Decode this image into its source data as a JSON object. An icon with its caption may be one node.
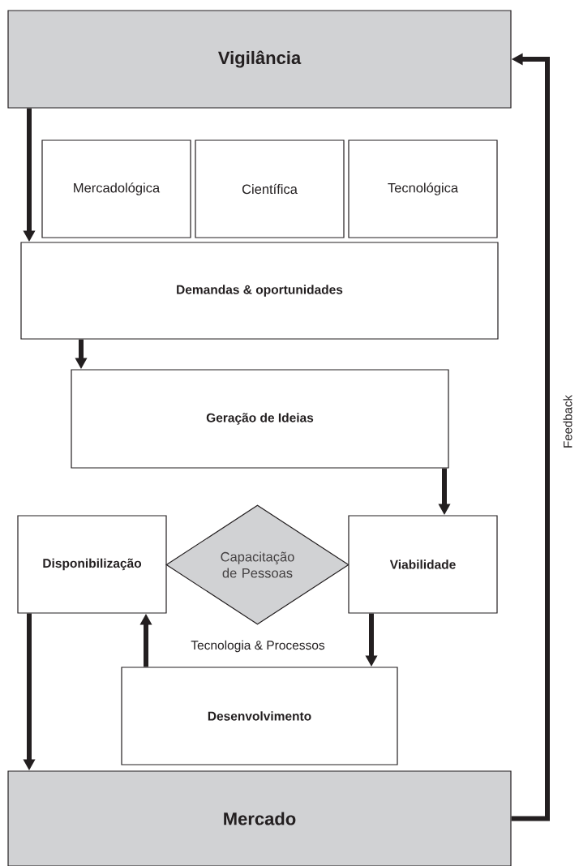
{
  "diagram": {
    "nodes": [
      {
        "text": [
          "Vigilância"
        ]
      },
      {
        "text": [
          "Mercadológica"
        ]
      },
      {
        "text": [
          "Científica"
        ]
      },
      {
        "text": [
          "Tecnológica"
        ]
      },
      {
        "text": [
          "Demandas & oportunidades"
        ]
      },
      {
        "text": [
          "Geração de Ideias"
        ]
      },
      {
        "text": [
          "Disponibilização"
        ]
      },
      {
        "text": [
          "Capacitação de Pessoas"
        ]
      },
      {
        "text": [
          "Viabilidade"
        ]
      },
      {
        "text": [
          "Desenvolvimento"
        ]
      },
      {
        "text": [
          "Mercado"
        ]
      }
    ],
    "edges": [
      {
        "from": 0,
        "to": 4,
        "arrow": "to"
      },
      {
        "from": 4,
        "to": 5,
        "arrow": "to"
      },
      {
        "from": 5,
        "to": 8,
        "arrow": "to"
      },
      {
        "from": 8,
        "to": 9,
        "arrow": "to"
      },
      {
        "from": 9,
        "to": 6,
        "arrow": "to"
      },
      {
        "from": 6,
        "to": 10,
        "arrow": "to"
      },
      {
        "from": 10,
        "to": 0,
        "arrow": "to",
        "label": "Feedback"
      }
    ],
    "labels": [
      "Tecnologia & Processos"
    ]
  }
}
